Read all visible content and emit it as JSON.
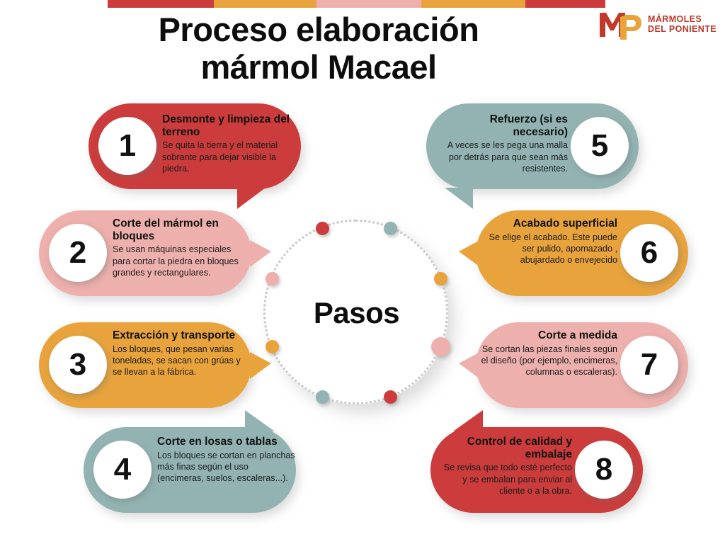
{
  "header": {
    "title_line1": "Proceso elaboración",
    "title_line2": "mármol Macael",
    "logo_mark": "MP",
    "logo_line1": "MÁRMOLES",
    "logo_line2": "DEL PONIENTE"
  },
  "topbar": {
    "segments": [
      {
        "color": "#CC3C3C",
        "width": 150
      },
      {
        "color": "#E8A33D",
        "width": 145
      },
      {
        "color": "#EDB0AC",
        "width": 148
      },
      {
        "color": "#E8A33D",
        "width": 147
      },
      {
        "color": "#CC3C3C",
        "width": 113
      }
    ]
  },
  "center": {
    "label": "Pasos",
    "dots": [
      {
        "color": "#CC3C3C",
        "size": "small"
      },
      {
        "color": "#93B3B3",
        "size": "small"
      },
      {
        "color": "#E8A33D",
        "size": "small"
      },
      {
        "color": "#EDB0AC",
        "size": "big"
      },
      {
        "color": "#CC3C3C",
        "size": "small"
      },
      {
        "color": "#93B3B3",
        "size": "small"
      },
      {
        "color": "#E8A33D",
        "size": "small"
      },
      {
        "color": "#EDB0AC",
        "size": "small"
      }
    ]
  },
  "colors": {
    "red": "#CC3C3C",
    "pink": "#EDB0AC",
    "orange": "#E8A33D",
    "teal": "#93B3B3"
  },
  "steps": [
    {
      "number": "1",
      "title": "Desmonte y limpieza del terreno",
      "body": "Se quita la tierra y el material sobrante para dejar visible la piedra.",
      "color": "#CC3C3C",
      "side": "left"
    },
    {
      "number": "2",
      "title": "Corte del mármol en bloques",
      "body": "Se usan máquinas especiales para cortar la piedra en bloques grandes y rectangulares.",
      "color": "#EDB0AC",
      "side": "left"
    },
    {
      "number": "3",
      "title": "Extracción y transporte",
      "body": "Los bloques, que pesan varias toneladas, se sacan con grúas y se llevan a la fábrica.",
      "color": "#E8A33D",
      "side": "left"
    },
    {
      "number": "4",
      "title": "Corte en losas o tablas",
      "body": "Los bloques se cortan en planchas más finas según el uso (encimeras, suelos, escaleras...).",
      "color": "#93B3B3",
      "side": "left"
    },
    {
      "number": "5",
      "title": "Refuerzo (si es necesario)",
      "body": "A veces se les pega una malla por detrás para que sean más resistentes.",
      "color": "#93B3B3",
      "side": "right"
    },
    {
      "number": "6",
      "title": "Acabado superficial",
      "body": "Se elige el acabado. Este puede ser pulido, apomazado , abujardado o envejecido",
      "color": "#E8A33D",
      "side": "right"
    },
    {
      "number": "7",
      "title": "Corte a medida",
      "body": "Se cortan las piezas finales según el diseño (por ejemplo, encimeras, columnas o escaleras).",
      "color": "#EDB0AC",
      "side": "right"
    },
    {
      "number": "8",
      "title": "Control de calidad y embalaje",
      "body": "Se revisa que todo esté perfecto y se embalan para enviar al cliente o a la obra.",
      "color": "#CC3C3C",
      "side": "right"
    }
  ]
}
